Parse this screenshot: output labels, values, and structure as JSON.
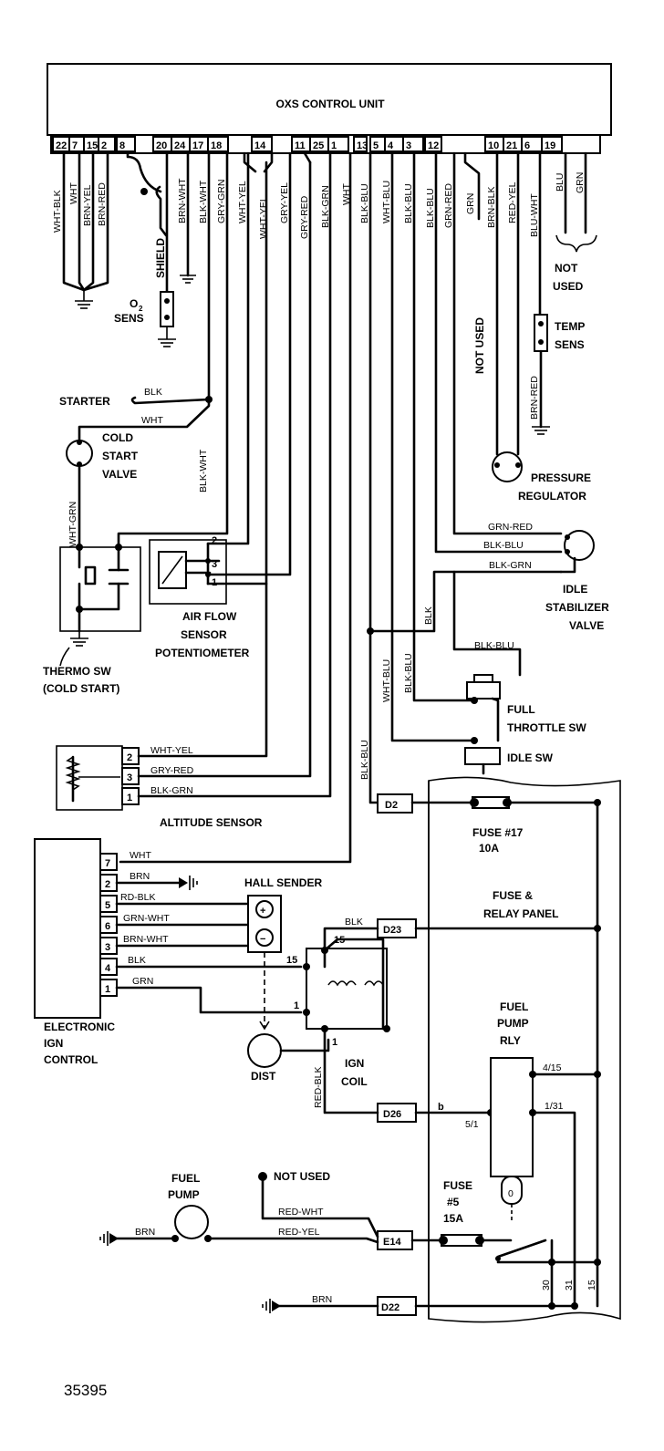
{
  "control_unit": {
    "title": "OXS CONTROL UNIT",
    "pins": [
      "22",
      "7",
      "15",
      "2",
      "8",
      "20",
      "24",
      "17",
      "18",
      "14",
      "11",
      "25",
      "1",
      "13",
      "5",
      "4",
      "3",
      "12",
      "10",
      "21",
      "6",
      "19"
    ]
  },
  "wires": {
    "wht_blk": "WHT-BLK",
    "wht": "WHT",
    "brn_yel": "BRN-YEL",
    "brn_red": "BRN-RED",
    "brn_wht": "BRN-WHT",
    "blk_wht": "BLK-WHT",
    "gry_grn": "GRY-GRN",
    "wht_yel": "WHT-YEL",
    "gry_yel": "GRY-YEL",
    "gry_red": "GRY-RED",
    "blk_grn": "BLK-GRN",
    "blk_blu": "BLK-BLU",
    "wht_blu": "WHT-BLU",
    "grn_red": "GRN-RED",
    "grn": "GRN",
    "brn_blk": "BRN-BLK",
    "red_yel": "RED-YEL",
    "blu_wht": "BLU-WHT",
    "blu": "BLU",
    "blk": "BLK",
    "brn": "BRN",
    "rd_blk": "RD-BLK",
    "grn_wht": "GRN-WHT",
    "red_blk": "RED-BLK",
    "red_wht": "RED-WHT",
    "wht_grn": "WHT-GRN"
  },
  "components": {
    "shield": "SHIELD",
    "o2_sens_1": "O",
    "o2_sens_sub": "2",
    "o2_sens_2": "SENS",
    "not_used": "NOT USED",
    "not_used_1": "NOT",
    "not_used_2": "USED",
    "temp_sens_1": "TEMP",
    "temp_sens_2": "SENS",
    "starter": "STARTER",
    "cold_start_1": "COLD",
    "cold_start_2": "START",
    "cold_start_3": "VALVE",
    "pressure_reg_1": "PRESSURE",
    "pressure_reg_2": "REGULATOR",
    "idle_stab_1": "IDLE",
    "idle_stab_2": "STABILIZER",
    "idle_stab_3": "VALVE",
    "air_flow_1": "AIR FLOW",
    "air_flow_2": "SENSOR",
    "air_flow_3": "POTENTIOMETER",
    "thermo_1": "THERMO SW",
    "thermo_2": "(COLD START)",
    "full_throttle_1": "FULL",
    "full_throttle_2": "THROTTLE SW",
    "idle_sw": "IDLE SW",
    "altitude": "ALTITUDE SENSOR",
    "fuse17_1": "FUSE #17",
    "fuse17_2": "10A",
    "fuse_relay_1": "FUSE &",
    "fuse_relay_2": "RELAY PANEL",
    "hall": "HALL SENDER",
    "eic_1": "ELECTRONIC",
    "eic_2": "IGN",
    "eic_3": "CONTROL",
    "dist": "DIST",
    "ign_coil_1": "IGN",
    "ign_coil_2": "COIL",
    "fuel_pump_rly_1": "FUEL",
    "fuel_pump_rly_2": "PUMP",
    "fuel_pump_rly_3": "RLY",
    "fuel_pump_1": "FUEL",
    "fuel_pump_2": "PUMP",
    "fuse5_1": "FUSE",
    "fuse5_2": "#5",
    "fuse5_3": "15A"
  },
  "connectors": {
    "d2": "D2",
    "d23": "D23",
    "d26": "D26",
    "e14": "E14",
    "d22": "D22"
  },
  "pin_labels": {
    "afs_2": "2",
    "afs_3": "3",
    "afs_1": "1",
    "alt_2": "2",
    "alt_3": "3",
    "alt_1": "1",
    "eic_7": "7",
    "eic_2": "2",
    "eic_5": "5",
    "eic_6": "6",
    "eic_3": "3",
    "eic_4": "4",
    "eic_1": "1",
    "coil_15a": "15",
    "coil_15b": "15",
    "coil_1": "1",
    "coil_1b": "1",
    "rly_415": "4/15",
    "rly_131": "1/31",
    "rly_b": "b",
    "rly_51": "5/1",
    "rly_0": "0",
    "t30": "30",
    "t31": "31",
    "t15": "15",
    "hall_plus": "+",
    "hall_minus": "−"
  },
  "figure_number": "35395"
}
